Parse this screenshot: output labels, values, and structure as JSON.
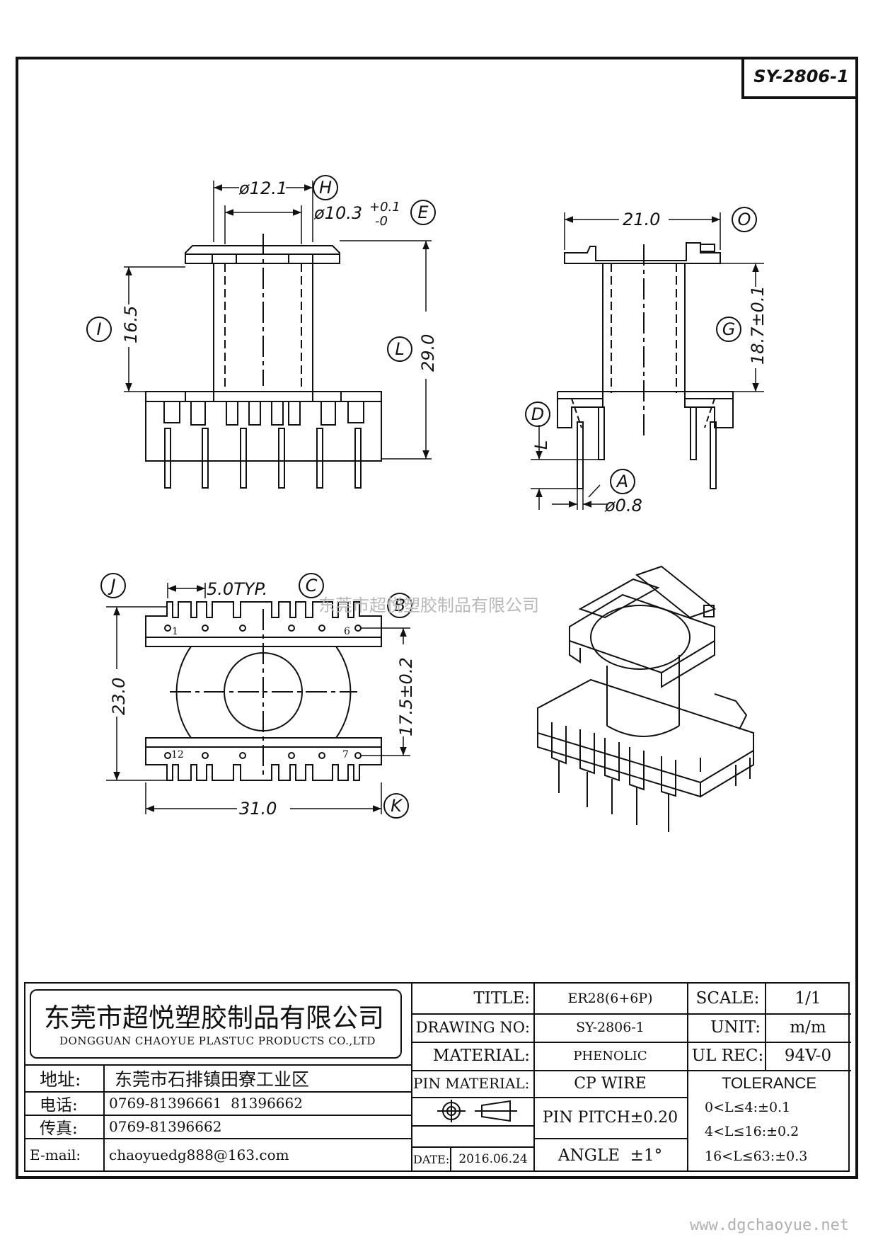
{
  "drawing_code": "SY-2806-1",
  "watermark": "东莞市超悦塑胶制品有限公司",
  "website": "www.dgchaoyue.net",
  "dimensions": {
    "d12_1": "ø12.1",
    "d10_3": "ø10.3",
    "tol_plus": "+0.1",
    "tol_minus": "-0",
    "h16_5": "16.5",
    "h29_0": "29.0",
    "w21_0": "21.0",
    "h18_7": "18.7±0.1",
    "L": "L",
    "pin_d": "ø0.8",
    "pitch": "5.0TYP.",
    "h23_0": "23.0",
    "h17_5": "17.5±0.2",
    "w31_0": "31.0"
  },
  "callouts": [
    "H",
    "E",
    "I",
    "L",
    "O",
    "G",
    "D",
    "A",
    "J",
    "C",
    "B",
    "K"
  ],
  "pin_numbers": {
    "p1": "1",
    "p6": "6",
    "p12": "12",
    "p7": "7"
  },
  "title_block": {
    "company_cn": "东莞市超悦塑胶制品有限公司",
    "company_en": "DONGGUAN CHAOYUE PLASTUC PRODUCTS CO.,LTD",
    "address_label": "地址:",
    "address": "东莞市石排镇田寮工业区",
    "phone_label": "电话:",
    "phone": "0769-81396661  81396662",
    "fax_label": "传真:",
    "fax": "0769-81396662",
    "email_label": "E-mail:",
    "email": "chaoyuedg888@163.com",
    "title_label": "TITLE:",
    "title": "ER28(6+6P)",
    "drawing_no_label": "DRAWING NO:",
    "drawing_no": "SY-2806-1",
    "material_label": "MATERIAL:",
    "material": "PHENOLIC",
    "pin_material_label": "PIN MATERIAL:",
    "pin_material": "CP WIRE",
    "pin_pitch": "PIN PITCH±0.20",
    "angle": "ANGLE  ±1°",
    "date_label": "DATE:",
    "date": "2016.06.24",
    "scale_label": "SCALE:",
    "scale": "1/1",
    "unit_label": "UNIT:",
    "unit": "m/m",
    "ul_label": "UL REC:",
    "ul": "94V-0",
    "tolerance_label": "TOLERANCE",
    "tol1": "0<L≤4:±0.1",
    "tol2": "4<L≤16:±0.2",
    "tol3": "16<L≤63:±0.3"
  }
}
